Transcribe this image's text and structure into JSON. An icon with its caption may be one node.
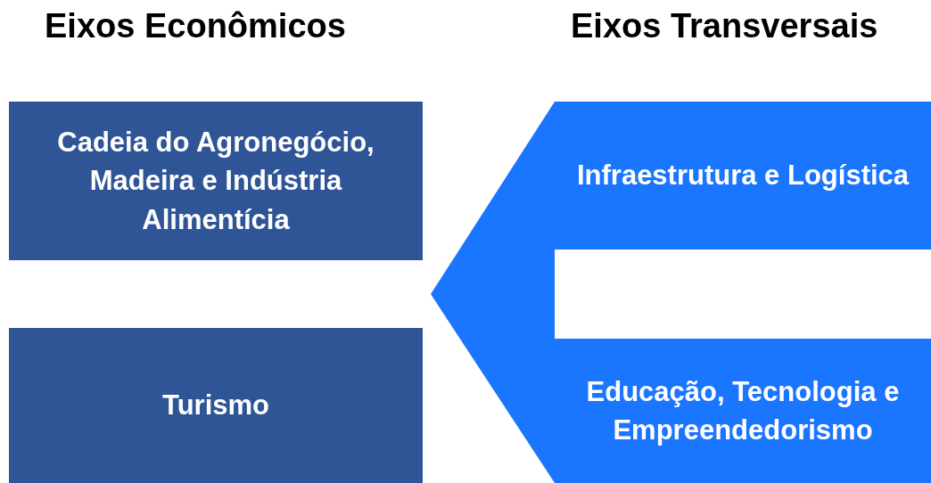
{
  "diagram": {
    "nodes": [
      {
        "text": [
          "Cadeia do Agronegócio, Madeira e Indústria Alimentícia"
        ]
      },
      {
        "text": [
          "Turismo"
        ]
      },
      {
        "text": [
          "Infraestrutura e Logística",
          "Educação, Tecnologia e Empreendedorismo"
        ]
      }
    ],
    "labels": [
      "Eixos Econômicos",
      "Eixos Transversais"
    ]
  }
}
